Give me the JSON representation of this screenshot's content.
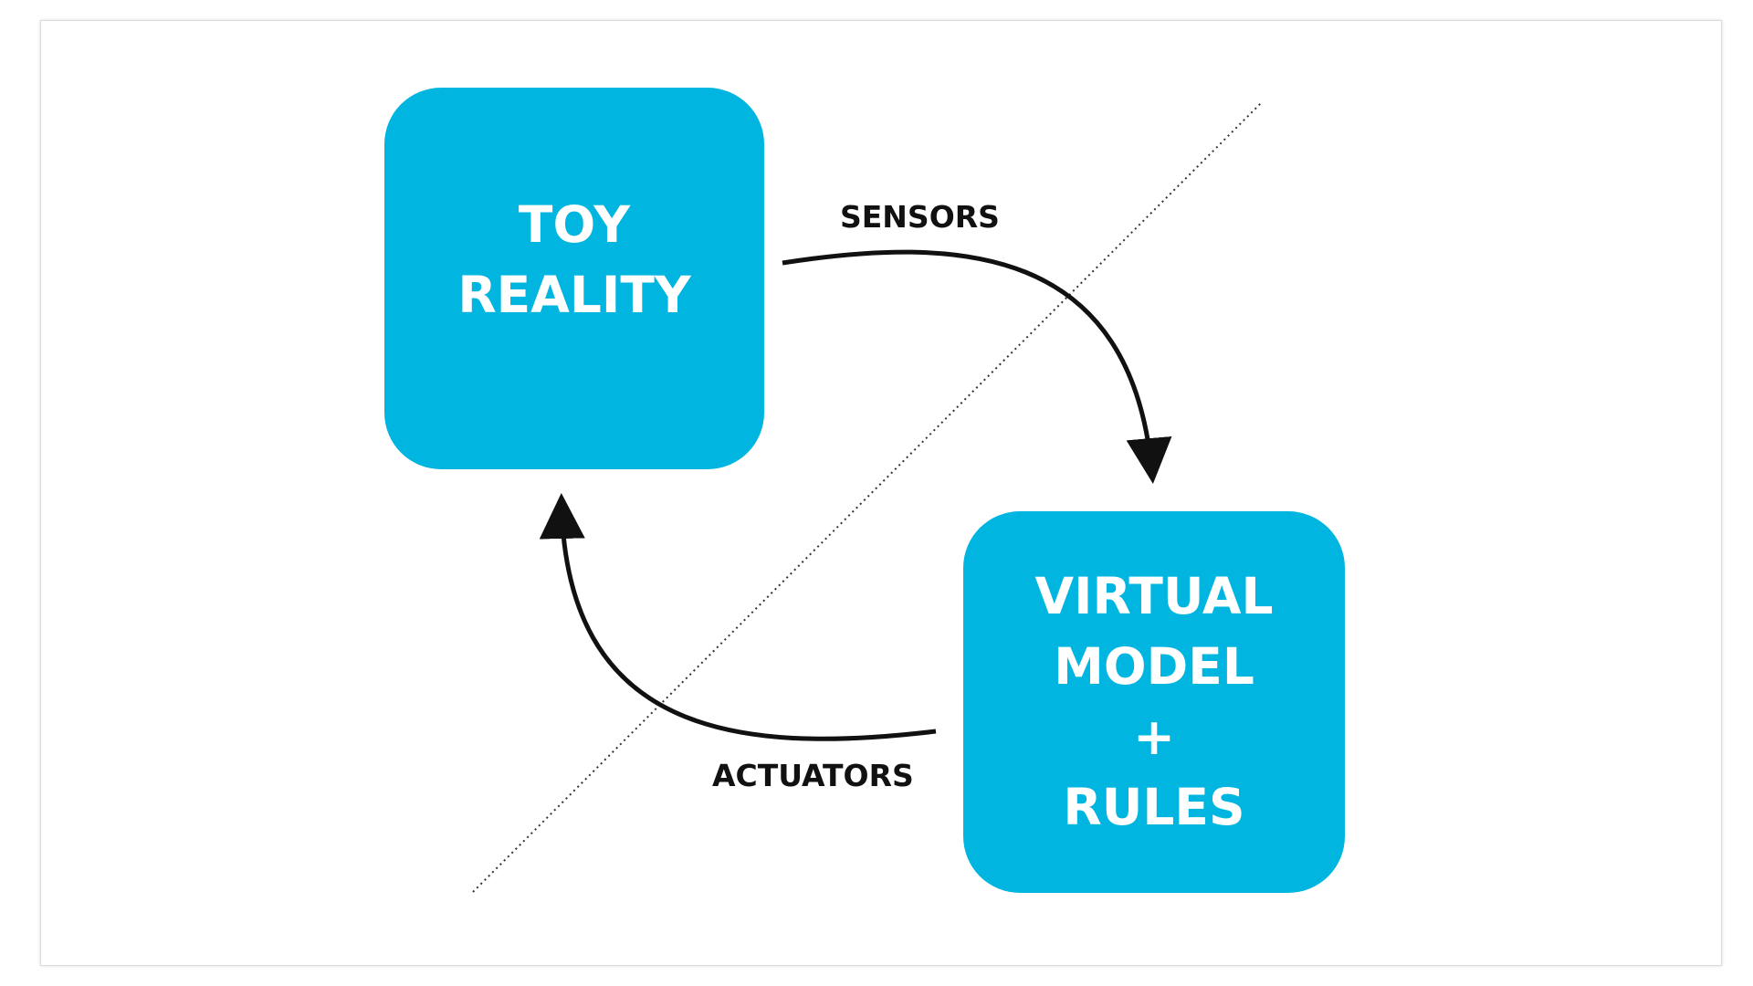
{
  "colors": {
    "box_fill": "#00b6e0",
    "box_text": "#ffffff",
    "arrow": "#111111",
    "divider": "#333333",
    "background": "#ffffff"
  },
  "nodes": {
    "toy_reality": {
      "lines": [
        "TOY",
        "REALITY"
      ]
    },
    "virtual_model": {
      "lines": [
        "VIRTUAL",
        "MODEL",
        "+",
        "RULES"
      ]
    }
  },
  "edges": {
    "sensors": {
      "label": "SENSORS",
      "from": "TOY REALITY",
      "to": "VIRTUAL MODEL + RULES"
    },
    "actuators": {
      "label": "ACTUATORS",
      "from": "VIRTUAL MODEL + RULES",
      "to": "TOY REALITY"
    }
  },
  "divider": {
    "style": "dotted"
  }
}
